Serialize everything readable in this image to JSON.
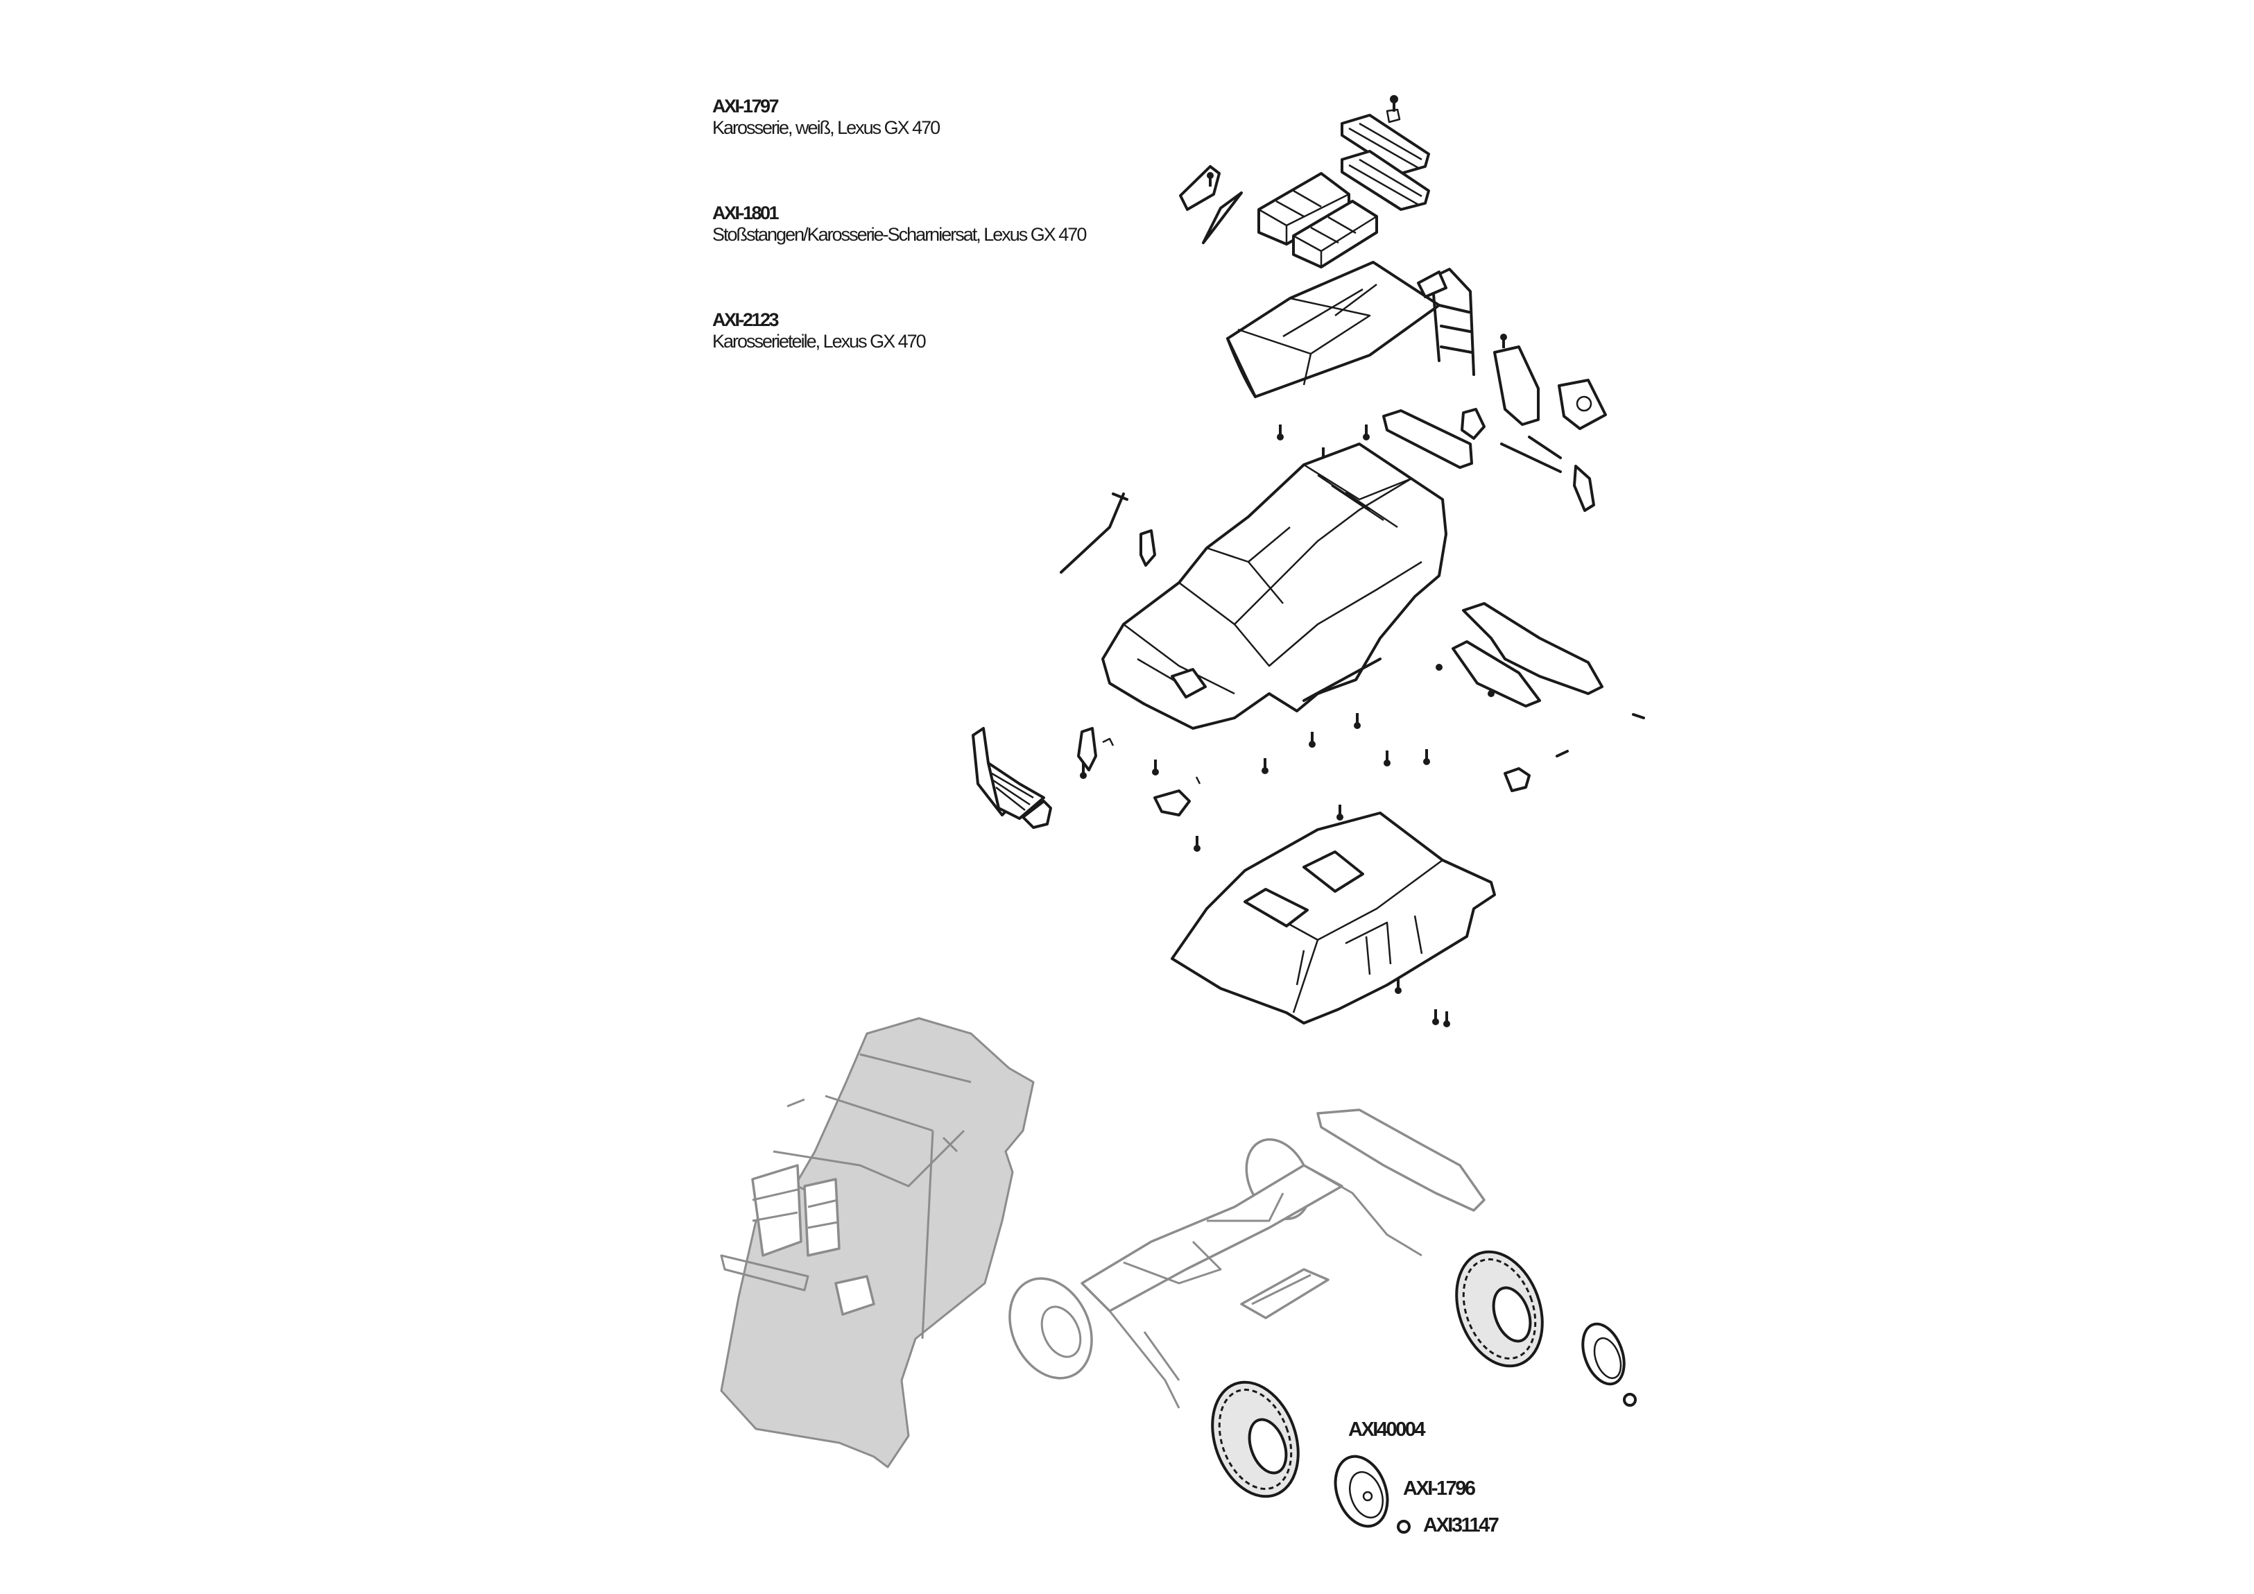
{
  "parts_list": [
    {
      "part_no": "AXI-1797",
      "description": "Karosserie, weiß, Lexus GX 470"
    },
    {
      "part_no": "AXI-1801",
      "description": "Stoßstangen/Karosserie-Scharniersat, Lexus GX 470"
    },
    {
      "part_no": "AXI-2123",
      "description": "Karosserieteile, Lexus GX 470"
    }
  ],
  "callouts": {
    "tire": "AXI40004",
    "wheel": "AXI-1796",
    "nut": "AXI31147"
  },
  "colors": {
    "ink": "#1a1a1a",
    "ghost_fill": "#d2d2d2",
    "ghost_stroke": "#8c8c8c",
    "background": "#ffffff"
  }
}
